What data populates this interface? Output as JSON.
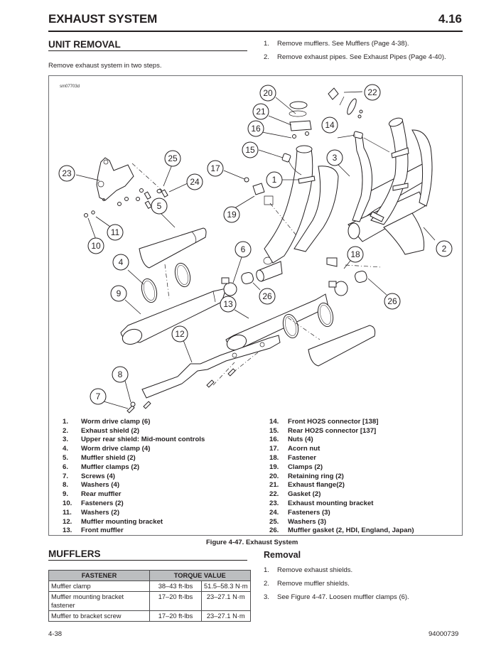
{
  "header": {
    "title": "EXHAUST SYSTEM",
    "section_number": "4.16"
  },
  "unit_removal": {
    "heading": "UNIT REMOVAL",
    "intro": "Remove exhaust system in two steps.",
    "steps": [
      {
        "num": "1.",
        "text": "Remove mufflers. See Mufflers (Page 4-38)."
      },
      {
        "num": "2.",
        "text": "Remove exhaust pipes. See Exhaust Pipes (Page 4-40)."
      }
    ]
  },
  "figure": {
    "id_label": "sm07703d",
    "caption": "Figure 4-47. Exhaust System",
    "callouts": [
      "1",
      "2",
      "3",
      "4",
      "5",
      "6",
      "7",
      "8",
      "9",
      "10",
      "11",
      "12",
      "13",
      "14",
      "15",
      "16",
      "17",
      "18",
      "19",
      "20",
      "21",
      "22",
      "23",
      "24",
      "25",
      "26",
      "26"
    ],
    "legend_left": [
      {
        "num": "1.",
        "label": "Worm drive clamp (6)"
      },
      {
        "num": "2.",
        "label": "Exhaust shield (2)"
      },
      {
        "num": "3.",
        "label": "Upper rear shield: Mid-mount controls"
      },
      {
        "num": "4.",
        "label": "Worm drive clamp (4)"
      },
      {
        "num": "5.",
        "label": "Muffler shield (2)"
      },
      {
        "num": "6.",
        "label": "Muffler clamps (2)"
      },
      {
        "num": "7.",
        "label": "Screws (4)"
      },
      {
        "num": "8.",
        "label": "Washers (4)"
      },
      {
        "num": "9.",
        "label": "Rear muffler"
      },
      {
        "num": "10.",
        "label": "Fasteners (2)"
      },
      {
        "num": "11.",
        "label": "Washers (2)"
      },
      {
        "num": "12.",
        "label": "Muffler mounting bracket"
      },
      {
        "num": "13.",
        "label": "Front muffler"
      }
    ],
    "legend_right": [
      {
        "num": "14.",
        "label": "Front HO2S connector [138]"
      },
      {
        "num": "15.",
        "label": "Rear HO2S connector [137]"
      },
      {
        "num": "16.",
        "label": "Nuts (4)"
      },
      {
        "num": "17.",
        "label": "Acorn nut"
      },
      {
        "num": "18.",
        "label": "Fastener"
      },
      {
        "num": "19.",
        "label": "Clamps (2)"
      },
      {
        "num": "20.",
        "label": "Retaining ring (2)"
      },
      {
        "num": "21.",
        "label": "Exhaust flange(2)"
      },
      {
        "num": "22.",
        "label": "Gasket (2)"
      },
      {
        "num": "23.",
        "label": "Exhaust mounting bracket"
      },
      {
        "num": "24.",
        "label": "Fasteners (3)"
      },
      {
        "num": "25.",
        "label": "Washers (3)"
      },
      {
        "num": "26.",
        "label": "Muffler gasket (2, HDI, England, Japan)"
      }
    ]
  },
  "mufflers": {
    "heading": "MUFFLERS",
    "table": {
      "headers": [
        "FASTENER",
        "TORQUE VALUE"
      ],
      "rows": [
        {
          "fastener": "Muffler clamp",
          "imperial": "38–43 ft-lbs",
          "metric": "51.5–58.3 N·m"
        },
        {
          "fastener": "Muffler mounting bracket fastener",
          "imperial": "17–20 ft-lbs",
          "metric": "23–27.1 N·m"
        },
        {
          "fastener": "Muffler to bracket screw",
          "imperial": "17–20 ft-lbs",
          "metric": "23–27.1 N·m"
        }
      ]
    }
  },
  "removal": {
    "heading": "Removal",
    "steps": [
      {
        "num": "1.",
        "text": "Remove exhaust shields."
      },
      {
        "num": "2.",
        "text": "Remove muffler shields."
      },
      {
        "num": "3.",
        "text": "See Figure 4-47. Loosen muffler clamps (6)."
      }
    ]
  },
  "footer": {
    "page_number": "4-38",
    "doc_number": "94000739"
  }
}
